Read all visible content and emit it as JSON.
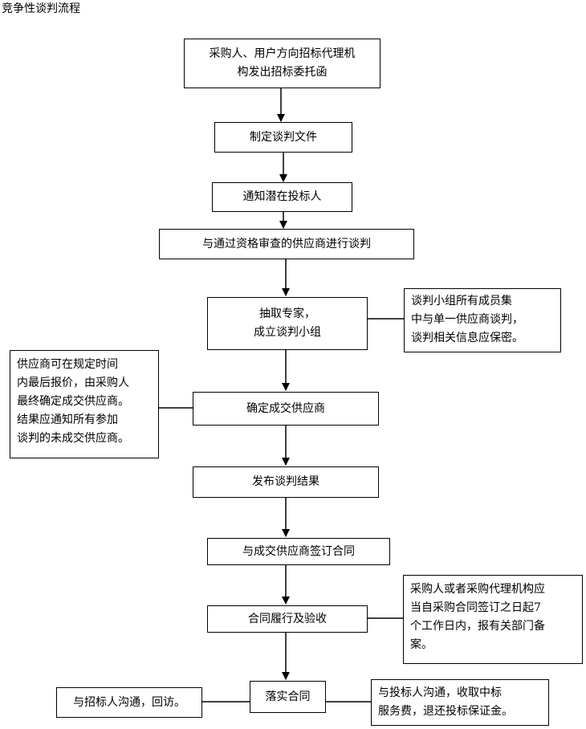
{
  "title": "竞争性谈判流程",
  "steps": [
    {
      "line1": "采购人、用户方向招标代理机",
      "line2": "构发出招标委托函"
    },
    {
      "line1": "制定谈判文件"
    },
    {
      "line1": "通知潜在投标人"
    },
    {
      "line1": "与通过资格审查的供应商进行谈判"
    },
    {
      "line1": "抽取专家，",
      "line2": "成立谈判小组"
    },
    {
      "line1": "确定成交供应商"
    },
    {
      "line1": "发布谈判结果"
    },
    {
      "line1": "与成交供应商签订合同"
    },
    {
      "line1": "合同履行及验收"
    },
    {
      "line1": "落实合同"
    }
  ],
  "notes": {
    "panel_confidentiality": {
      "lines": [
        "谈判小组所有成员集",
        "中与单一供应商谈判，",
        "谈判相关信息应保密。"
      ]
    },
    "final_quote": {
      "lines": [
        "供应商可在规定时间",
        "内最后报价，由采购人",
        "最终确定成交供应商。",
        "结果应通知所有参加",
        "谈判的未成交供应商。"
      ]
    },
    "filing": {
      "lines": [
        "采购人或者采购代理机构应",
        "当自采购合同签订之日起7",
        "个工作日内，报有关部门备",
        "案。"
      ]
    },
    "followup": {
      "lines": [
        "与招标人沟通，回访。"
      ]
    },
    "service_fee": {
      "lines": [
        "与投标人沟通，收取中标",
        "服务费，退还投标保证金。"
      ]
    }
  }
}
